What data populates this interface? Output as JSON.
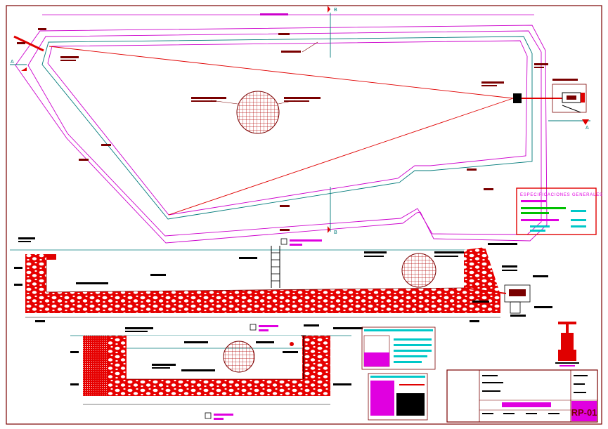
{
  "sheet": {
    "code": "RP-01"
  },
  "section_labels": {
    "section_a": "A",
    "section_b": "B",
    "section_a_prime": "A",
    "section_b_prime": "B"
  },
  "specs_box": {
    "title": "ESPECIFICACIONES GENERALES"
  },
  "colors": {
    "outline": "#7a0000",
    "pool_wall": "#cc00cc",
    "water_line": "#007a7a",
    "fill_red": "#e00000",
    "annotation_line": "#e00000",
    "magenta_text": "#e000e0",
    "green_text": "#00c000",
    "cyan_text": "#00c8c8",
    "title_fill": "#e000e0"
  }
}
